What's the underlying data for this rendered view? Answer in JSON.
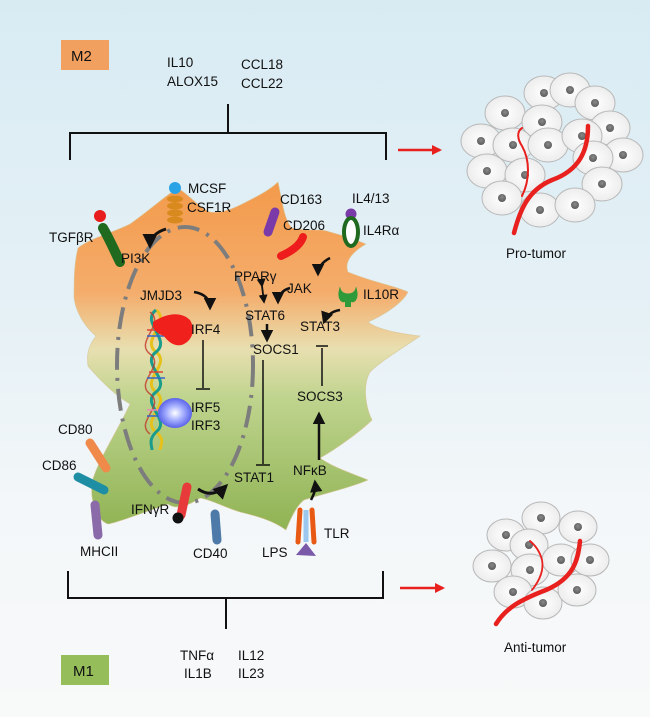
{
  "m2": {
    "tag": "M2",
    "cytokines": [
      "IL10",
      "ALOX15",
      "CCL18",
      "CCL22"
    ],
    "outcome": "Pro-tumor",
    "color": "#f0913f"
  },
  "m1": {
    "tag": "M1",
    "cytokines": [
      "TNFα",
      "IL1B",
      "IL12",
      "IL23"
    ],
    "outcome": "Anti-tumor",
    "color": "#8db04e"
  },
  "receptors": {
    "mcsf": "MCSF",
    "csf1r": "CSF1R",
    "tgfbr": "TGFβR",
    "cd163": "CD163",
    "cd206": "CD206",
    "il413": "IL4/13",
    "il4ra": "IL4Rα",
    "il10r": "IL10R",
    "cd80": "CD80",
    "cd86": "CD86",
    "mhcii": "MHCII",
    "ifngr": "IFNγR",
    "cd40": "CD40",
    "lps": "LPS",
    "tlr": "TLR"
  },
  "signaling": {
    "pi3k": "PI3K",
    "jmjd3": "JMJD3",
    "irf4": "IRF4",
    "irf5": "IRF5",
    "irf3": "IRF3",
    "ppar": "PPARγ",
    "jak": "JAK",
    "stat6": "STAT6",
    "stat3": "STAT3",
    "socs1": "SOCS1",
    "socs3": "SOCS3",
    "stat1": "STAT1",
    "nfkb": "NFκB"
  },
  "arrow_color": "#e8211f"
}
